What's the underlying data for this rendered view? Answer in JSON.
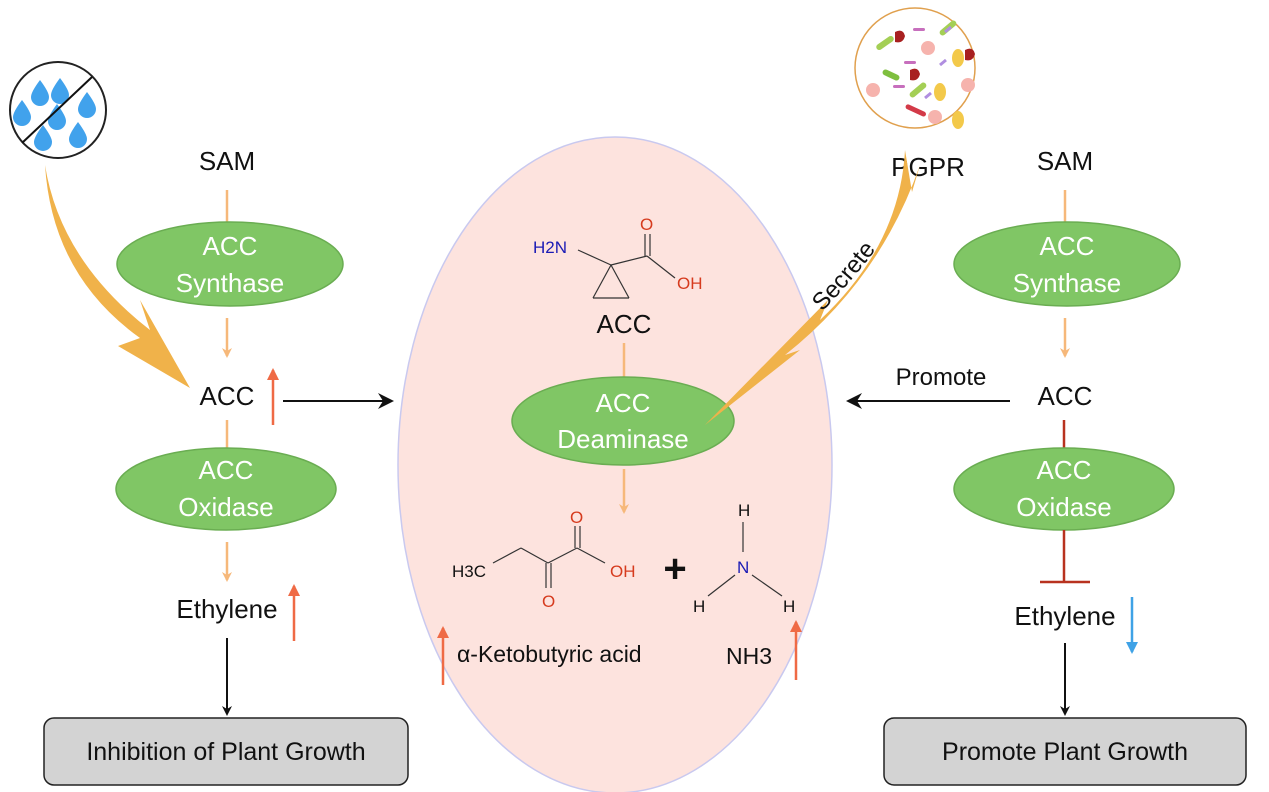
{
  "colors": {
    "enzyme_fill": "#80c665",
    "enzyme_stroke": "#6aad52",
    "pathway_arrow": "#f6b87a",
    "increase_arrow": "#ef6a45",
    "decrease_arrow": "#3fa2e6",
    "inhibit_bar": "#b8321f",
    "bolt": "#f0b24a",
    "cell_fill": "#fde3de",
    "cell_stroke": "#c9c9ef",
    "outcome_box": "#d3d3d3",
    "nitrogen_text": "#1b1bb5",
    "oxygen_text": "#d63b1e"
  },
  "left_pathway": {
    "stress_icon": "drought-no-water-icon",
    "substrate": "SAM",
    "enzyme1": [
      "ACC",
      "Synthase"
    ],
    "intermediate": "ACC",
    "intermediate_trend": "increase",
    "enzyme2": [
      "ACC",
      "Oxidase"
    ],
    "product": "Ethylene",
    "product_trend": "increase",
    "outcome": "Inhibition of Plant Growth"
  },
  "center": {
    "substrate_structure": {
      "amine": "H2N",
      "carbonyl_o": "O",
      "hydroxyl": "OH"
    },
    "substrate": "ACC",
    "enzyme": [
      "ACC",
      "Deaminase"
    ],
    "product1_structure": {
      "methyl": "H3C",
      "carbonyl_o_top": "O",
      "hydroxyl": "OH",
      "keto_o": "O"
    },
    "plus": "+",
    "product2_structure": {
      "n": "N",
      "h_top": "H",
      "h_left": "H",
      "h_right": "H"
    },
    "product1": "α-Ketobutyric acid",
    "product1_trend": "increase",
    "product2": "NH3",
    "product2_trend": "increase"
  },
  "right_pathway": {
    "microbe_icon": "bacteria-culture-icon",
    "microbe_label": "PGPR",
    "secrete_label": "Secrete",
    "substrate": "SAM",
    "enzyme1": [
      "ACC",
      "Synthase"
    ],
    "intermediate": "ACC",
    "promote_label": "Promote",
    "enzyme2": [
      "ACC",
      "Oxidase"
    ],
    "product": "Ethylene",
    "product_trend": "decrease",
    "outcome": "Promote Plant Growth"
  }
}
